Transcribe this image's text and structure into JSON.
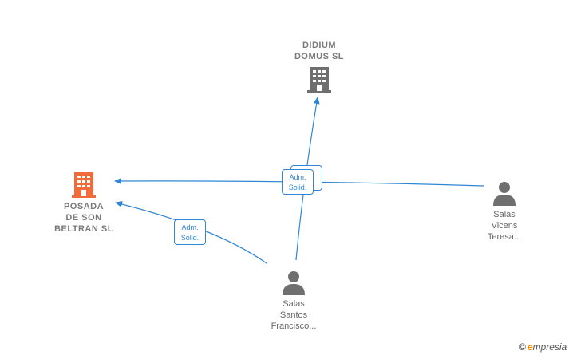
{
  "nodes": {
    "didium": {
      "label_lines": [
        "DIDIUM",
        "DOMUS  SL"
      ],
      "icon": "building-icon",
      "color": "#6f6f6f"
    },
    "posada": {
      "label_lines": [
        "POSADA",
        "DE SON",
        "BELTRAN  SL"
      ],
      "icon": "building-icon",
      "color": "#f26b3a"
    },
    "vicens": {
      "label_lines": [
        "Salas",
        "Vicens",
        "Teresa..."
      ],
      "icon": "person-icon",
      "color": "#6f6f6f"
    },
    "santos": {
      "label_lines": [
        "Salas",
        "Santos",
        "Francisco..."
      ],
      "icon": "person-icon",
      "color": "#6f6f6f"
    }
  },
  "badges": {
    "center_front": [
      "Adm.",
      "Solid."
    ],
    "left": [
      "Adm.",
      "Solid."
    ]
  },
  "edge_color": "#2f86d6",
  "watermark": {
    "copyright": "©",
    "brand_first": "e",
    "brand_rest": "mpresia"
  }
}
